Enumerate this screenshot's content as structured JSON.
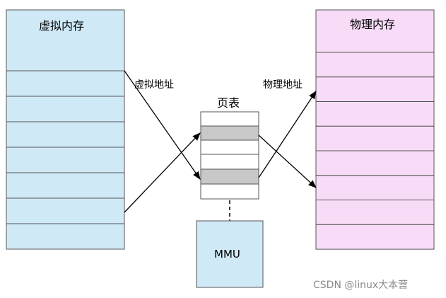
{
  "virtual_memory": {
    "title": "虚拟内存",
    "fill": "#cfe9f6",
    "rows": 7
  },
  "physical_memory": {
    "title": "物理内存",
    "fill": "#f8dcf7",
    "rows": 8
  },
  "page_table": {
    "title": "页表",
    "highlight": "#c8c8c8"
  },
  "mmu": {
    "label": "MMU",
    "fill": "#cfe9f6"
  },
  "labels": {
    "virtual_address": "虚拟地址",
    "physical_address": "物理地址"
  },
  "watermark": "CSDN @linux大本营"
}
